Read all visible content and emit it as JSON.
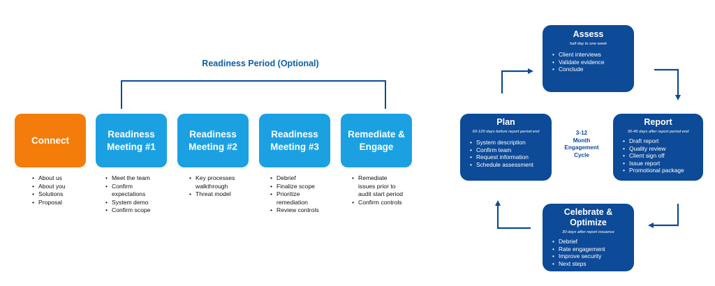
{
  "readiness": {
    "title": "Readiness Period (Optional)"
  },
  "phases": [
    {
      "label": "Connect",
      "bullets": [
        "About us",
        "About you",
        "Solutions",
        "Proposal"
      ]
    },
    {
      "label": "Readiness\nMeeting #1",
      "bullets": [
        "Meet the team",
        "Confirm expectations",
        "System demo",
        "Confirm scope"
      ]
    },
    {
      "label": "Readiness\nMeeting #2",
      "bullets": [
        "Key processes walkthrough",
        "Threat model"
      ]
    },
    {
      "label": "Readiness\nMeeting #3",
      "bullets": [
        "Debrief",
        "Finalize scope",
        "Prioritize remediation",
        "Review controls"
      ]
    },
    {
      "label": "Remediate &\nEngage",
      "bullets": [
        "Remediate issues prior to audit start period",
        "Confirm controls"
      ]
    }
  ],
  "cycle": {
    "center": "3-12\nMonth\nEngagement\nCycle",
    "assess": {
      "title": "Assess",
      "subtitle": "half day to one week",
      "bullets": [
        "Client interviews",
        "Validate evidence",
        "Conclude"
      ]
    },
    "plan": {
      "title": "Plan",
      "subtitle": "60-120 days before report period end",
      "bullets": [
        "System description",
        "Confirm team",
        "Request information",
        "Schedule assessment"
      ]
    },
    "report": {
      "title": "Report",
      "subtitle": "30-45 days after report period end",
      "bullets": [
        "Draft report",
        "Quality review",
        "Client sign off",
        "Issue report",
        "Promotional package"
      ]
    },
    "celebrate": {
      "title": "Celebrate &\nOptimize",
      "subtitle": "30 days after report issuance",
      "bullets": [
        "Debrief",
        "Rate engagement",
        "Improve security",
        "Next steps"
      ]
    }
  },
  "colors": {
    "orange": "#F47C0B",
    "light_blue": "#1BA1E2",
    "dark_blue": "#0D4A97",
    "title_blue": "#0D5EA8"
  }
}
